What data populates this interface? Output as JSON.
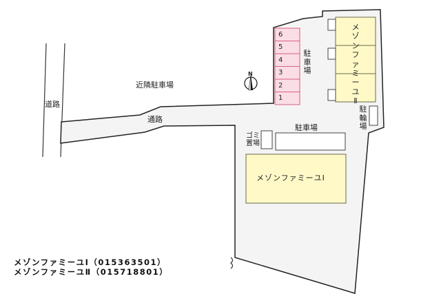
{
  "colors": {
    "lot_fill": "#f4f4f4",
    "outline": "#222222",
    "building_fill": "#fff9c8",
    "building_stroke": "#6a6a4a",
    "stall_fill": "#fbdde5",
    "stall_stroke": "#d9607e",
    "road_fill": "#f4f4f4"
  },
  "labels": {
    "main_road": "道路",
    "neighbor_parking": "近隣駐車場",
    "access_road": "通路",
    "parking_upper": "駐車場",
    "parking_middle": "駐車場",
    "bike_parking": "駐輪場",
    "garbage": "ゴミ置場",
    "building_1": "メゾンファミーユⅠ",
    "building_2": "メゾンファミーユⅡ",
    "compass": "N"
  },
  "parking_stalls": [
    "6",
    "5",
    "4",
    "3",
    "2",
    "1"
  ],
  "legend": [
    "メゾンファミーユⅠ（015363501）",
    "メゾンファミーユⅡ（015718801）"
  ]
}
